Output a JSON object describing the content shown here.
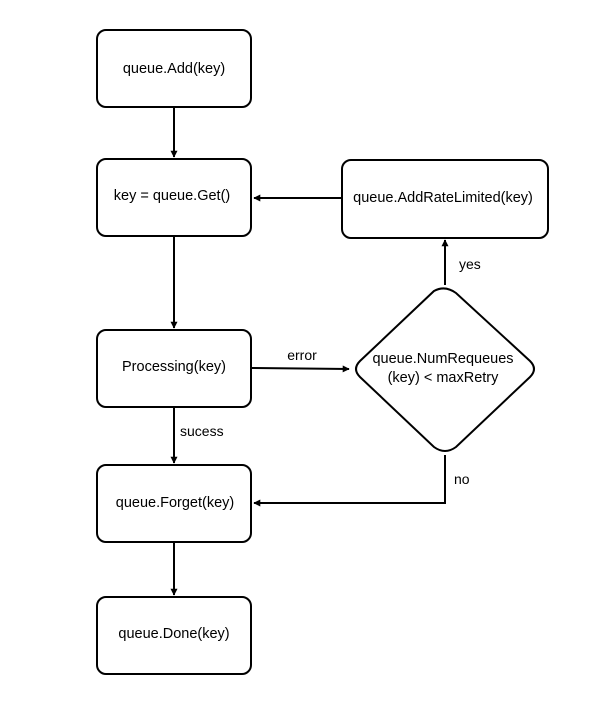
{
  "nodes": {
    "add": {
      "label": "queue.Add(key)"
    },
    "get": {
      "label": "key = queue.Get()"
    },
    "processing": {
      "label": "Processing(key)"
    },
    "forget": {
      "label": "queue.Forget(key)"
    },
    "done": {
      "label": "queue.Done(key)"
    },
    "add_rate_limited": {
      "label": "queue.AddRateLimited(key)"
    },
    "decision": {
      "line1": "queue.NumRequeues",
      "line2": "(key) < maxRetry"
    }
  },
  "edges": {
    "error": {
      "label": "error"
    },
    "yes": {
      "label": "yes"
    },
    "no": {
      "label": "no"
    },
    "success": {
      "label": "sucess"
    }
  },
  "colors": {
    "stroke": "#000000",
    "fill": "#ffffff"
  }
}
